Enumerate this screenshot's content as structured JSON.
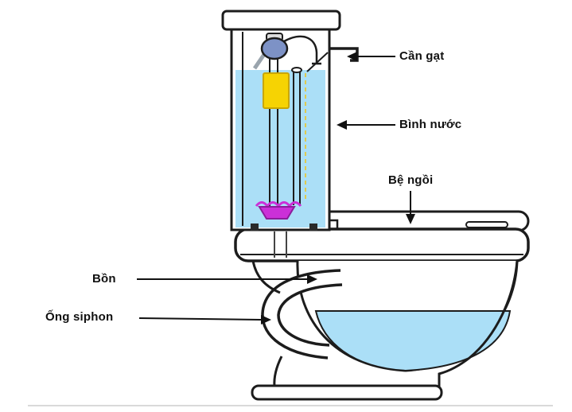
{
  "labels": {
    "lever": "Cần gạt",
    "water_tank": "Bình nước",
    "seat": "Bệ ngồi",
    "bowl": "Bồn",
    "siphon": "Ống siphon"
  },
  "colors": {
    "water": "#abdff7",
    "float": "#f6d303",
    "flapper": "#cb30d8",
    "valve_head": "#7d92c6",
    "outline": "#1c1c1c"
  }
}
